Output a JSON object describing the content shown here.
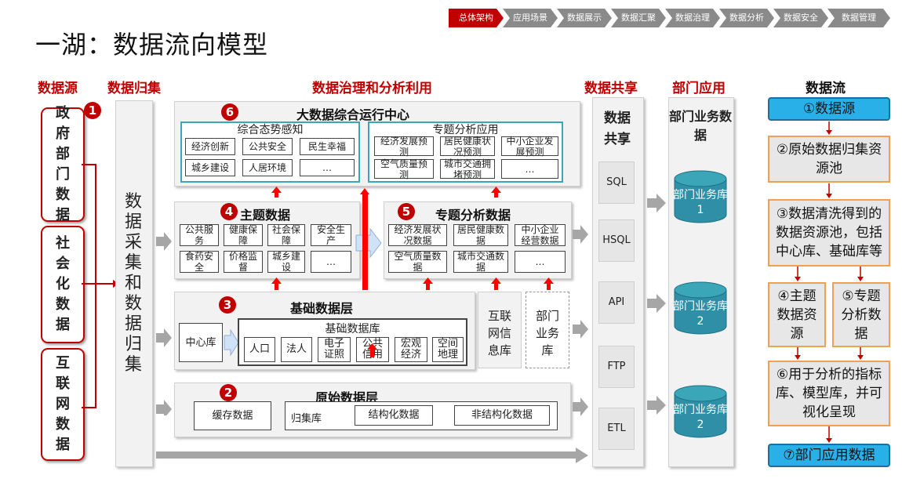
{
  "breadcrumb": [
    "总体架构",
    "应用场景",
    "数据展示",
    "数据汇聚",
    "数据治理",
    "数据分析",
    "数据安全",
    "数据管理"
  ],
  "page_title": "一湖：数据流向模型",
  "headers": {
    "source": "数据源",
    "collect": "数据归集",
    "govern": "数据治理和分析利用",
    "share": "数据共享",
    "dept": "部门应用",
    "flow": "数据流"
  },
  "sources": [
    "政府部门数据",
    "社会化数据",
    "互联网数据"
  ],
  "collect_label": "数据采集和数据归集",
  "nums": {
    "n1": "1",
    "n2": "2",
    "n3": "3",
    "n4": "4",
    "n5": "5",
    "n6": "6"
  },
  "ops_center": {
    "title": "大数据综合运行中心",
    "left_title": "综合态势感知",
    "left_items": [
      "经济创新",
      "公共安全",
      "民生幸福",
      "城乡建设",
      "人居环境",
      "…"
    ],
    "right_title": "专题分析应用",
    "right_items": [
      "经济发展预测",
      "居民健康状况预测",
      "中小企业发展预测",
      "空气质量预测",
      "城市交通拥堵预测",
      "…"
    ]
  },
  "theme_data": {
    "title": "主题数据",
    "items": [
      "公共服务",
      "健康保障",
      "社会保障",
      "安全生产",
      "食药安全",
      "价格监督",
      "城乡建设",
      "…"
    ]
  },
  "special_data": {
    "title": "专题分析数据",
    "items": [
      "经济发展状况数据",
      "居民健康数据",
      "中小企业经营数据",
      "空气质量数据",
      "城市交通数据",
      "…"
    ]
  },
  "base_layer": {
    "title": "基础数据层",
    "center_lib": "中心库",
    "db_title": "基础数据库",
    "db_items": [
      "人口",
      "法人",
      "电子证照",
      "公共信用",
      "宏观经济",
      "空间地理"
    ],
    "internet_lib": "互联网信息库",
    "dept_lib": "部门业务库"
  },
  "raw_layer": {
    "title": "原始数据层",
    "cache": "缓存数据",
    "collect_lib": "归集库",
    "structured": "结构化数据",
    "unstructured": "非结构化数据"
  },
  "share": {
    "title": "数据共享",
    "items": [
      "SQL",
      "HSQL",
      "API",
      "FTP",
      "ETL"
    ]
  },
  "dept": {
    "title": "部门业务数据",
    "dbs": [
      "部门业务库1",
      "部门业务库2",
      "部门业务库2"
    ]
  },
  "flow": [
    "①数据源",
    "②原始数据归集资源池",
    "③数据清洗得到的数据资源池，包括中心库、基础库等",
    "④主题数据资源",
    "⑤专题分析数据",
    "⑥用于分析的指标库、模型库，并可视化呈现",
    "⑦部门应用数据"
  ],
  "colors": {
    "accent": "#c00000",
    "teal": "#3aa6b8",
    "flow_blue": "#2ab0e8",
    "flow_border": "#f0a050"
  }
}
